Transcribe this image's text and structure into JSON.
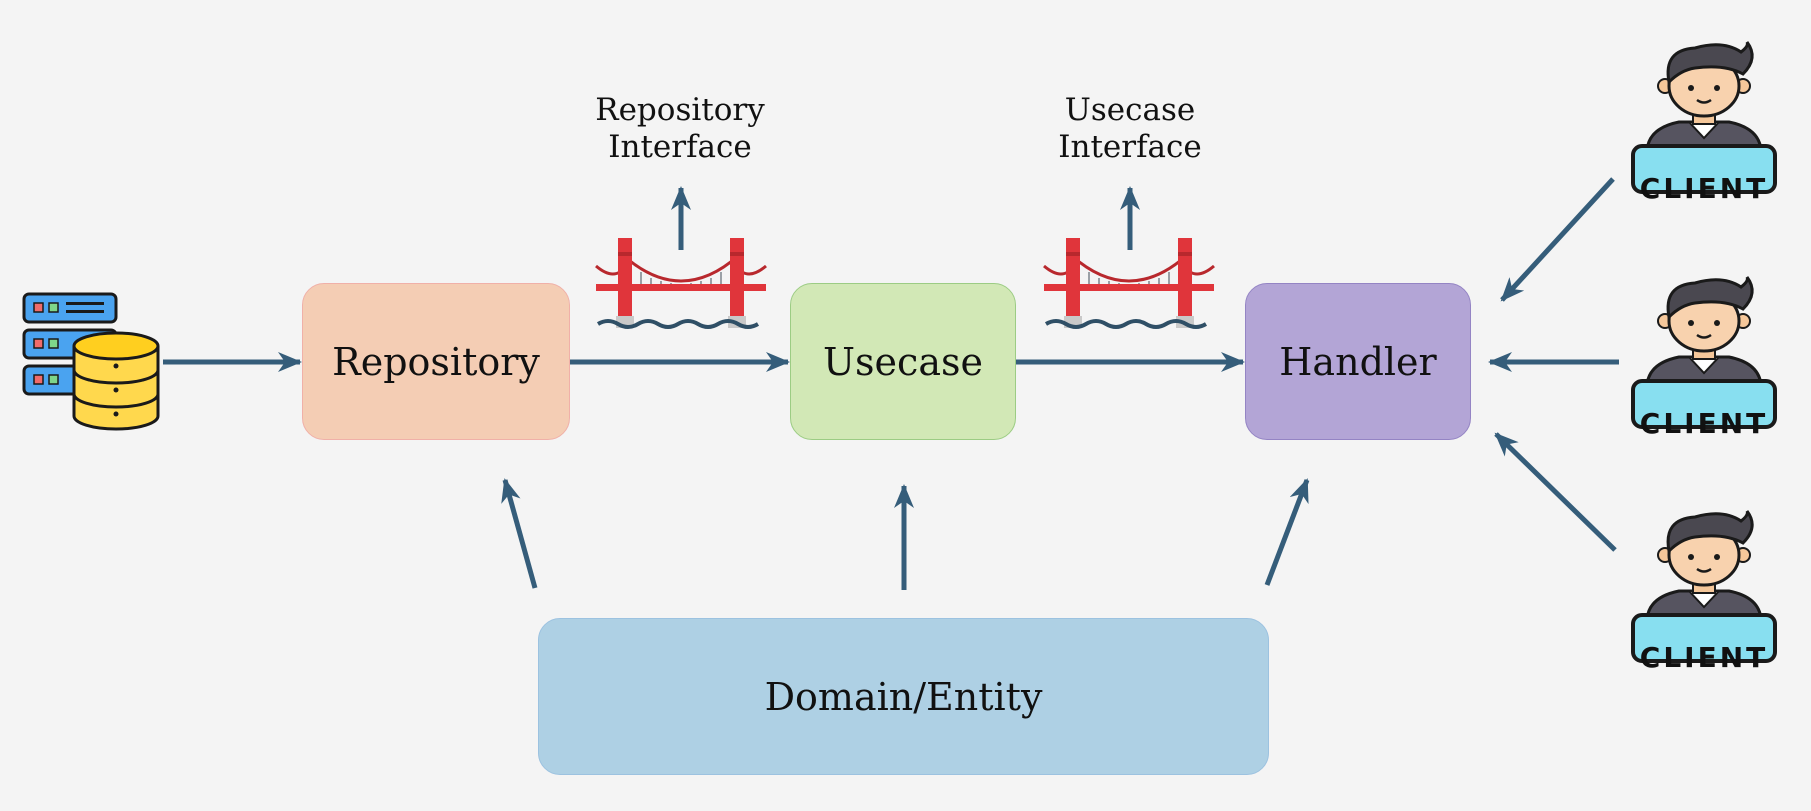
{
  "diagram": {
    "boxes": {
      "repository": "Repository",
      "usecase": "Usecase",
      "handler": "Handler",
      "domain": "Domain/Entity"
    },
    "interfaces": {
      "repository": "Repository\nInterface",
      "usecase": "Usecase\nInterface"
    },
    "clients": {
      "label": "CLIENT",
      "count": 3
    },
    "icons": [
      "database-server-icon",
      "bridge-icon",
      "client-person-icon"
    ],
    "colors": {
      "background": "#f4f4f4",
      "arrow": "#355d7a",
      "repository": "#f4cdb4",
      "usecase": "#d2e8b6",
      "handler": "#b3a5d6",
      "domain": "#aed0e4"
    }
  }
}
